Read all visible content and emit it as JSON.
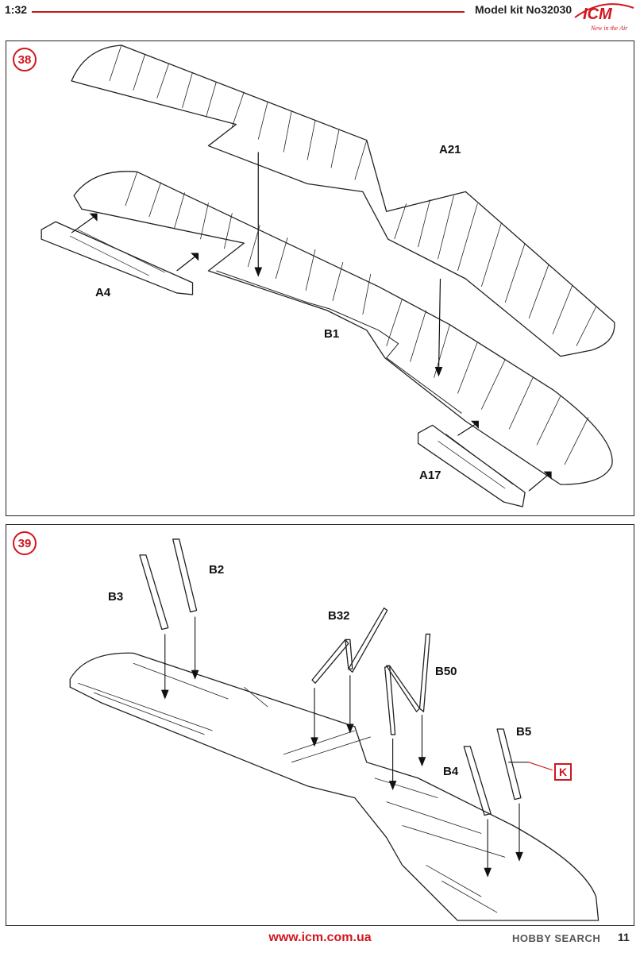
{
  "header": {
    "scale": "1:32",
    "kit": "Model kit No32030"
  },
  "logo": {
    "brand": "ICM",
    "tagline": "New in the Air"
  },
  "step38": {
    "number": "38",
    "labels": {
      "a21": "A21",
      "a4": "A4",
      "b1": "B1",
      "a17": "A17"
    }
  },
  "step39": {
    "number": "39",
    "labels": {
      "b3": "B3",
      "b2": "B2",
      "b32": "B32",
      "b50": "B50",
      "b5": "B5",
      "b4": "B4"
    },
    "k_box": "K"
  },
  "footer": {
    "url": "www.icm.com.ua",
    "watermark": "HOBBY SEARCH",
    "page": "11"
  },
  "colors": {
    "accent": "#d0161e",
    "line": "#222222"
  }
}
